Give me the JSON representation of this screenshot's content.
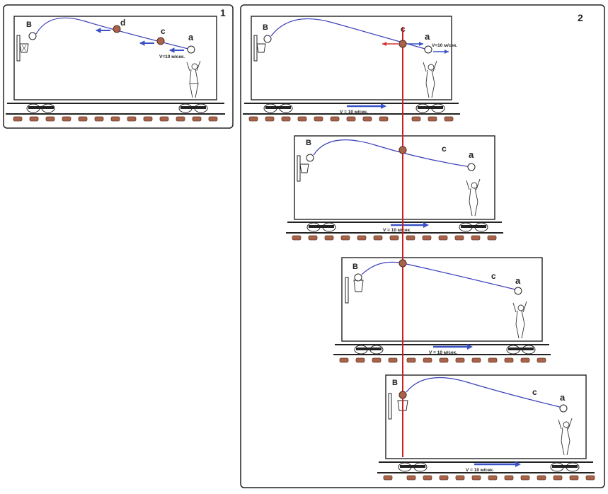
{
  "panel_numbers": {
    "left": "1",
    "right": "2"
  },
  "labels": {
    "hoop": "B",
    "player": "a",
    "point_c": "c",
    "point_d": "d",
    "speed": "V=10 м/сек.",
    "train_speed": "V = 10 м/сек."
  },
  "colors": {
    "trajectory": "#3a3fb8",
    "vertical_line": "#cc1f1f",
    "ball_fill": "#a8644a",
    "sleeper_fill": "#a8644a",
    "arrow": "#3a52c8",
    "red_arrow": "#d23030"
  }
}
